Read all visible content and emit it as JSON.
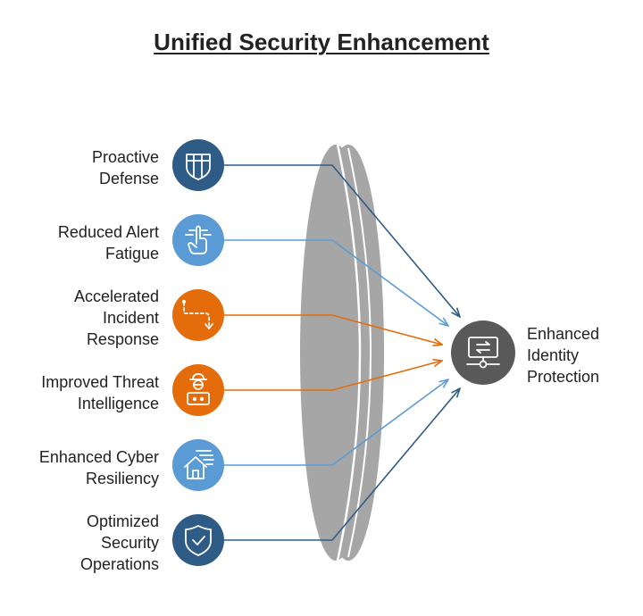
{
  "title": "Unified Security Enhancement",
  "colors": {
    "navy": "#2E5C87",
    "lightblue": "#5B9BD5",
    "orange": "#E46C0A",
    "gray": "#595959",
    "lens": "#A6A6A6"
  },
  "benefits": [
    {
      "lines": [
        "Proactive",
        "Defense"
      ],
      "color": "navy",
      "icon": "shield-grid-icon"
    },
    {
      "lines": [
        "Reduced Alert",
        "Fatigue"
      ],
      "color": "lightblue",
      "icon": "hand-touch-icon"
    },
    {
      "lines": [
        "Accelerated",
        "Incident",
        "Response"
      ],
      "color": "orange",
      "icon": "path-arrow-icon"
    },
    {
      "lines": [
        "Improved Threat",
        "Intelligence"
      ],
      "color": "orange",
      "icon": "agent-laptop-icon"
    },
    {
      "lines": [
        "Enhanced Cyber",
        "Resiliency"
      ],
      "color": "lightblue",
      "icon": "house-wind-icon"
    },
    {
      "lines": [
        "Optimized",
        "Security",
        "Operations"
      ],
      "color": "navy",
      "icon": "shield-check-icon"
    }
  ],
  "outcome": {
    "lines": [
      "Enhanced",
      "Identity",
      "Protection"
    ],
    "color": "gray",
    "icon": "monitor-exchange-icon"
  }
}
